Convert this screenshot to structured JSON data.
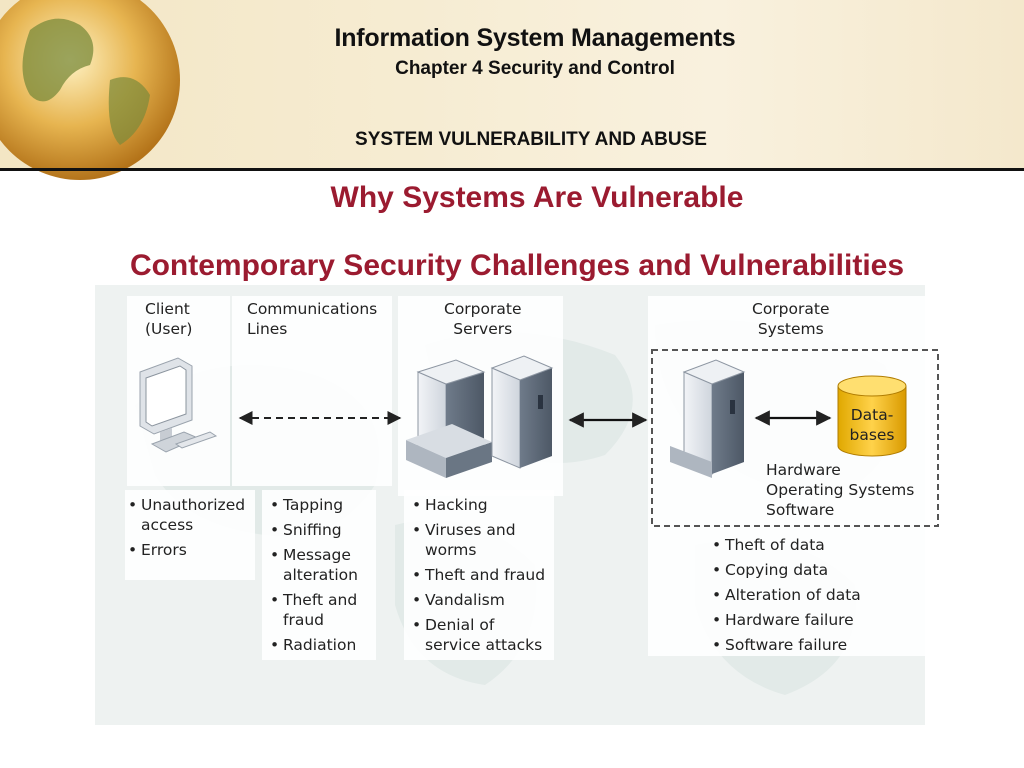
{
  "header": {
    "title": "Information System Managements",
    "subtitle": "Chapter 4 Security and Control",
    "section": "SYSTEM VULNERABILITY AND ABUSE"
  },
  "slide": {
    "title": "Why Systems Are Vulnerable",
    "subtitle": "Contemporary Security Challenges and Vulnerabilities"
  },
  "colors": {
    "title_red": "#9b1b30",
    "database_fill": "#f2b800",
    "server_body": "#e6e9ee",
    "server_side": "#7a8594"
  },
  "diagram": {
    "columns": [
      {
        "label": "Client\n(User)",
        "icon": "computer-monitor-icon",
        "risks": [
          "Unauthorized\naccess",
          "Errors"
        ]
      },
      {
        "label": "Communications\nLines",
        "icon": "dashed-arrow",
        "risks": [
          "Tapping",
          "Sniffing",
          "Message\nalteration",
          "Theft and\nfraud",
          "Radiation"
        ]
      },
      {
        "label": "Corporate\nServers",
        "icon": "server-tower-icon",
        "risks": [
          "Hacking",
          "Viruses and\nworms",
          "Theft and fraud",
          "Vandalism",
          "Denial of\nservice attacks"
        ]
      },
      {
        "label": "Corporate\nSystems",
        "icon": "server-tower-icon",
        "risks": [
          "Theft of data",
          "Copying data",
          "Alteration of data",
          "Hardware failure",
          "Software failure"
        ]
      }
    ],
    "database_label_line1": "Data-",
    "database_label_line2": "bases",
    "systems_box_lines": [
      "Hardware",
      "Operating Systems",
      "Software"
    ]
  }
}
